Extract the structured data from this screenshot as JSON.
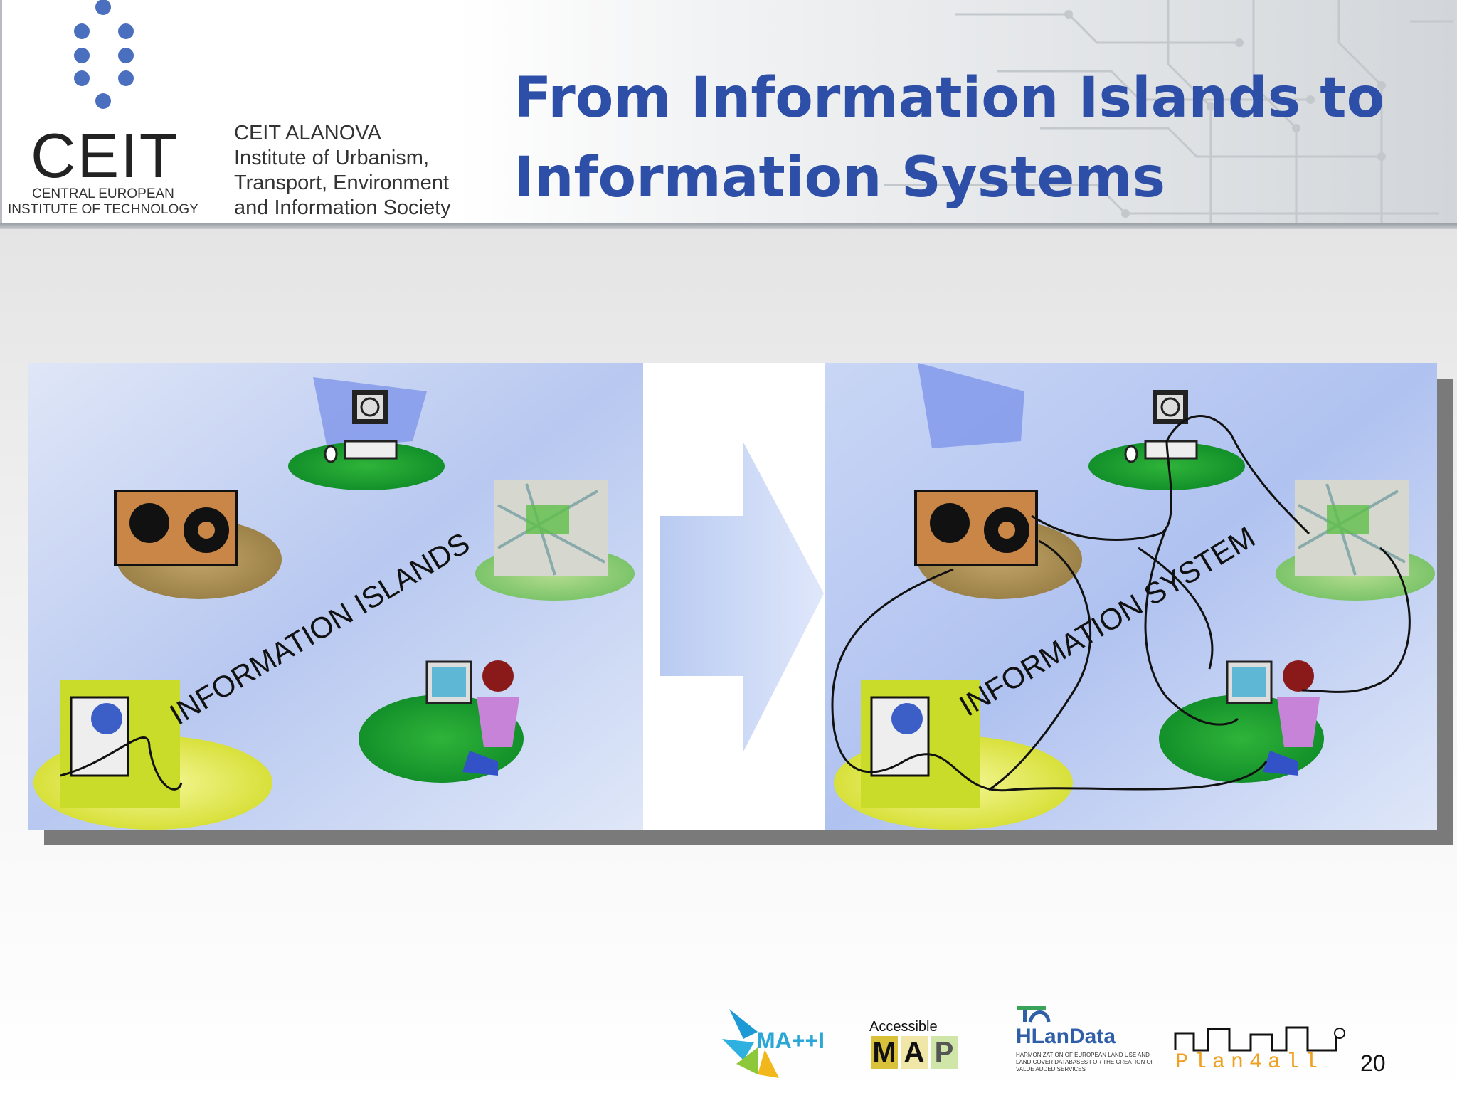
{
  "header": {
    "logo_text": "CEIT",
    "logo_subtitle_line1": "CENTRAL EUROPEAN",
    "logo_subtitle_line2": "INSTITUTE OF TECHNOLOGY",
    "org_lines": [
      "CEIT ALANOVA",
      "Institute of Urbanism,",
      "Transport, Environment",
      "and Information Society"
    ],
    "title_line1": "From Information Islands to",
    "title_line2": "Information Systems"
  },
  "diagram": {
    "left_label": "INFORMATION ISLANDS",
    "right_label": "INFORMATION SYSTEM"
  },
  "footer": {
    "logos": [
      {
        "name": "MA++I",
        "text": "MA++I"
      },
      {
        "name": "Accessible MAP",
        "small": "Accessible",
        "letters": [
          "M",
          "A",
          "P"
        ]
      },
      {
        "name": "HLanData",
        "text": "HLanData",
        "tagline": "HARMONIZATION OF EUROPEAN LAND USE AND LAND COVER DATABASES FOR THE CREATION OF VALUE ADDED SERVICES"
      },
      {
        "name": "Plan4all",
        "text": "Plan4all"
      }
    ],
    "page_number": "20"
  },
  "colors": {
    "title": "#2e4fa8",
    "accent_green": "#1f9a2e",
    "panel_blue": "#a9bef0"
  }
}
